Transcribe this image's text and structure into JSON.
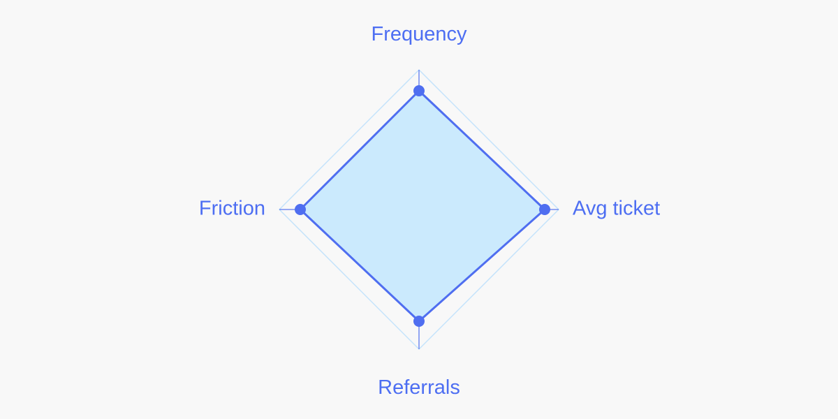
{
  "chart_data": {
    "type": "radar",
    "title": "",
    "axes": [
      "Frequency",
      "Avg ticket",
      "Referrals",
      "Friction"
    ],
    "range": [
      0,
      1
    ],
    "series": [
      {
        "name": "",
        "values": [
          0.85,
          0.9,
          0.8,
          0.85
        ]
      }
    ],
    "grid": true,
    "legend": "none"
  },
  "colors": {
    "background": "#f8f8f8",
    "label": "#4d6ef2",
    "grid": "#c4e3fb",
    "axis": "#5b79ee",
    "series_stroke": "#4f6ef0",
    "series_fill": "#cbeafd",
    "marker": "#4f6ef0"
  }
}
